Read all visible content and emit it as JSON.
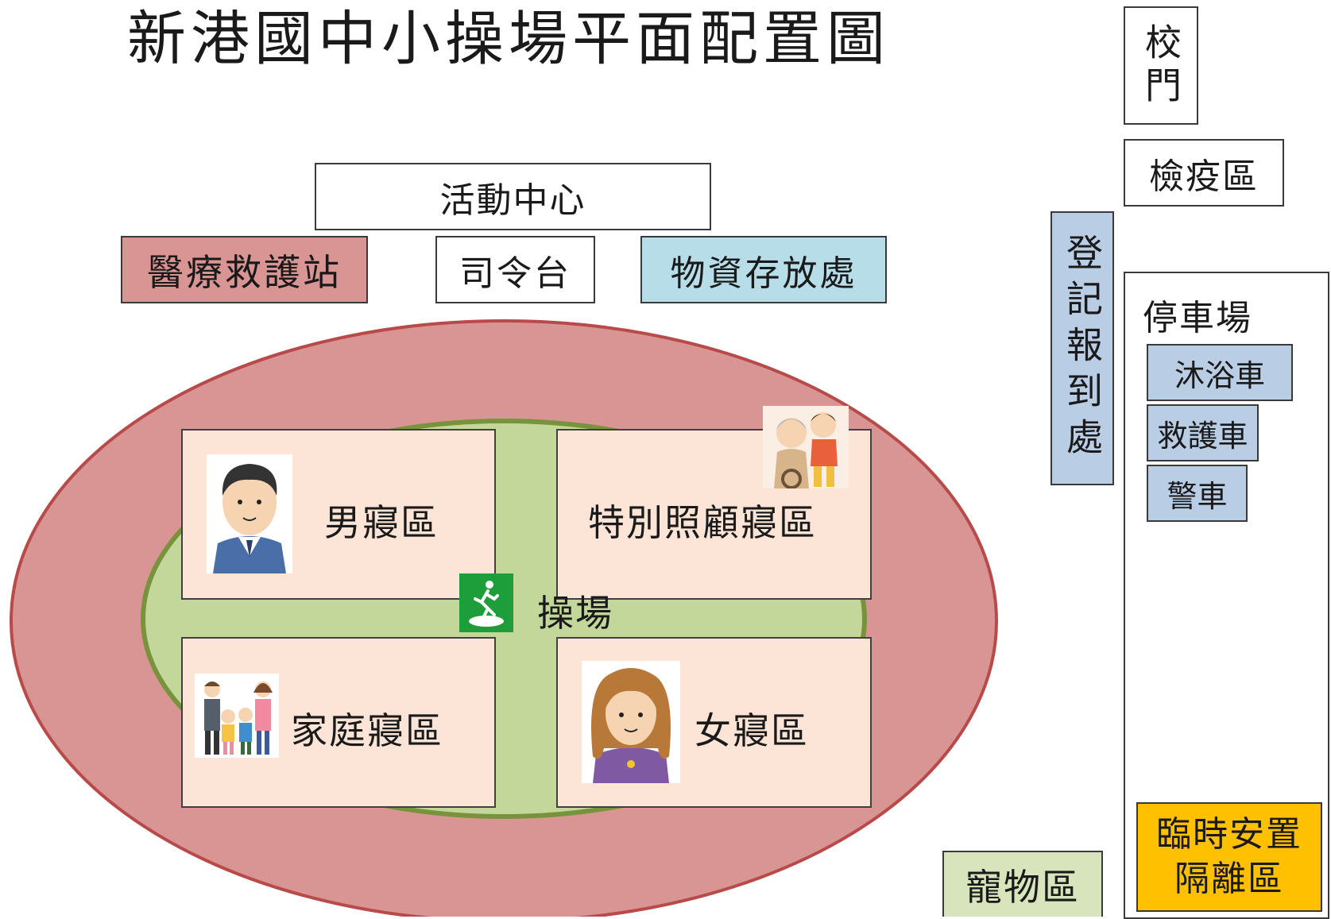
{
  "title": "新港國中小操場平面配置圖",
  "colors": {
    "outer_ring": "#d99594",
    "outer_ring_border": "#b84b4a",
    "inner_field": "#c4d79b",
    "inner_field_border": "#77933c",
    "room_fill": "#fce4d6",
    "medical": "#d99594",
    "supplies": "#b7dee8",
    "registration": "#b9cde5",
    "vehicles": "#b9cde5",
    "pets": "#d8e4bc",
    "isolation": "#ffc000",
    "exit_sign": "#1e9e3b"
  },
  "buildings": {
    "activity_center": "活動中心",
    "medical_station": "醫療救護站",
    "podium": "司令台",
    "supplies_storage": "物資存放處"
  },
  "field": {
    "label": "操場",
    "exit_icon": "running-exit-icon"
  },
  "rooms": {
    "male": "男寢區",
    "special_care": "特別照顧寢區",
    "family": "家庭寢區",
    "female": "女寢區"
  },
  "right_side": {
    "school_gate": "校門",
    "quarantine": "檢疫區",
    "registration": "登記報到處",
    "parking": "停車場",
    "vehicles": [
      "沐浴車",
      "救護車",
      "警車"
    ],
    "isolation_line1": "臨時安置",
    "isolation_line2": "隔離區",
    "pets": "寵物區"
  }
}
